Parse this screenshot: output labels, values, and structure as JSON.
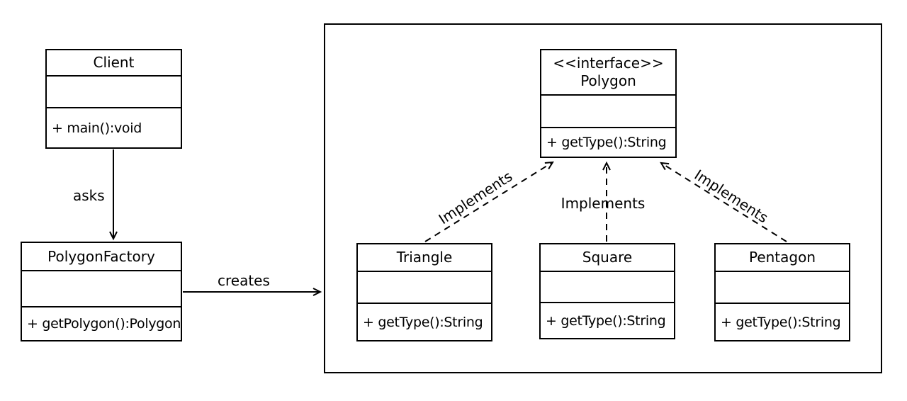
{
  "diagram": {
    "kind": "uml-class-diagram",
    "colors": {
      "line": "#000000",
      "background": "#ffffff",
      "box_fill": "#ffffff",
      "text": "#000000"
    }
  },
  "classes": {
    "client": {
      "name": "Client",
      "attributes": "",
      "methods": "+ main():void"
    },
    "factory": {
      "name": "PolygonFactory",
      "attributes": "",
      "methods": "+ getPolygon():Polygon"
    },
    "polygon": {
      "stereotype": "<<interface>>",
      "name": "Polygon",
      "attributes": "",
      "methods": "+ getType():String"
    },
    "triangle": {
      "name": "Triangle",
      "attributes": "",
      "methods": "+ getType():String"
    },
    "square": {
      "name": "Square",
      "attributes": "",
      "methods": "+ getType():String"
    },
    "pentagon": {
      "name": "Pentagon",
      "attributes": "",
      "methods": "+ getType():String"
    }
  },
  "relationships": {
    "asks": {
      "label": "asks",
      "from": "Client",
      "to": "PolygonFactory",
      "style": "solid-arrow"
    },
    "creates": {
      "label": "creates",
      "from": "PolygonFactory",
      "to": "implementations-frame",
      "style": "solid-arrow"
    },
    "implements_triangle": {
      "label": "Implements",
      "from": "Triangle",
      "to": "Polygon",
      "style": "dashed-arrow"
    },
    "implements_square": {
      "label": "Implements",
      "from": "Square",
      "to": "Polygon",
      "style": "dashed-arrow"
    },
    "implements_pentagon": {
      "label": "Implements",
      "from": "Pentagon",
      "to": "Polygon",
      "style": "dashed-arrow"
    }
  }
}
